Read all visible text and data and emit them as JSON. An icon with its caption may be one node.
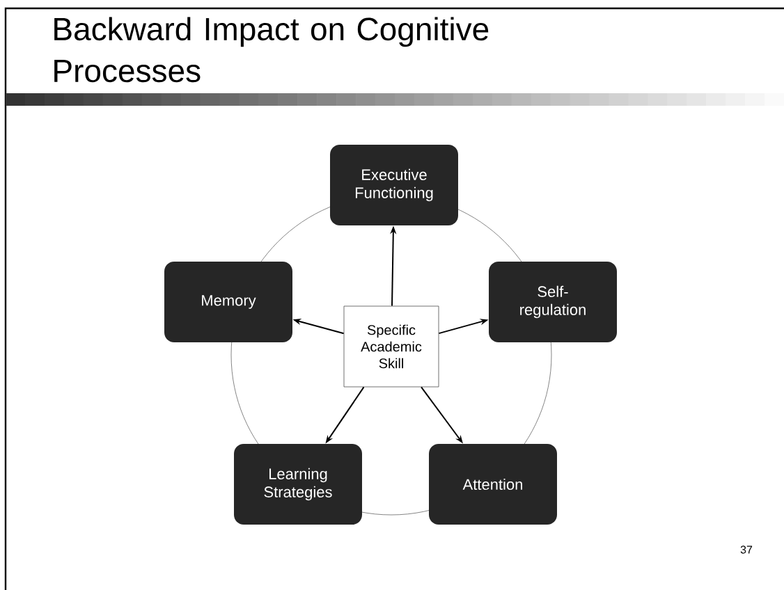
{
  "diagram": {
    "title": "Backward Impact on Cognitive Processes",
    "nodes": [
      {
        "text": [
          "Executive Functioning"
        ]
      },
      {
        "text": [
          "Memory"
        ]
      },
      {
        "text": [
          "Specific Academic Skill"
        ]
      },
      {
        "text": [
          "Self-regulation"
        ]
      },
      {
        "text": [
          "Learning Strategies"
        ]
      },
      {
        "text": [
          "Attention"
        ]
      }
    ],
    "edges": [
      {
        "from": 2,
        "to": 0,
        "arrow": "to"
      },
      {
        "from": 2,
        "to": 1,
        "arrow": "to"
      },
      {
        "from": 2,
        "to": 3,
        "arrow": "to"
      },
      {
        "from": 2,
        "to": 4,
        "arrow": "to"
      },
      {
        "from": 2,
        "to": 5,
        "arrow": "to"
      }
    ],
    "labels": [
      "37"
    ]
  }
}
